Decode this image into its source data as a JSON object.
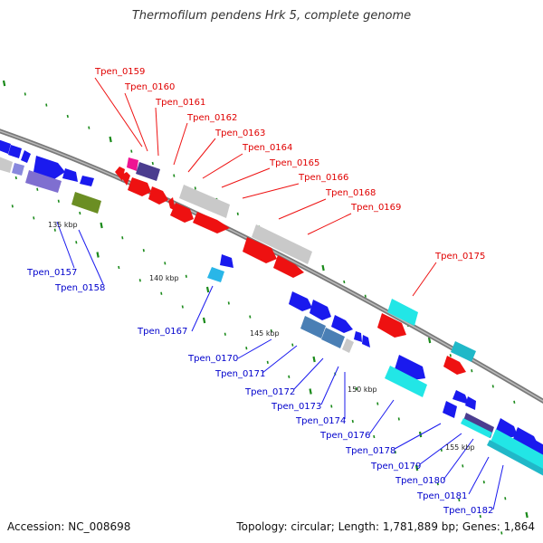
{
  "title": "Thermofilum pendens Hrk 5, complete genome",
  "accession": "Accession: NC_008698",
  "topology": "Topology: circular; Length: 1,781,889 bp; Genes: 1,864",
  "colors": {
    "forward_label": "#e00000",
    "reverse_label": "#0000cc",
    "backbone": "#888888",
    "tick": "#1a8a1a"
  },
  "scale_labels": [
    "135 kbp",
    "140 kbp",
    "145 kbp",
    "150 kbp",
    "155 kbp"
  ],
  "gene_labels_top": [
    "Tpen_0159",
    "Tpen_0160",
    "Tpen_0161",
    "Tpen_0162",
    "Tpen_0163",
    "Tpen_0164",
    "Tpen_0165",
    "Tpen_0166",
    "Tpen_0168",
    "Tpen_0169",
    "Tpen_0175"
  ],
  "gene_labels_bottom": [
    "Tpen_0157",
    "Tpen_0158",
    "Tpen_0167",
    "Tpen_0170",
    "Tpen_0171",
    "Tpen_0172",
    "Tpen_0173",
    "Tpen_0174",
    "Tpen_0176",
    "Tpen_0178",
    "Tpen_0179",
    "Tpen_0180",
    "Tpen_0181",
    "Tpen_0182"
  ]
}
